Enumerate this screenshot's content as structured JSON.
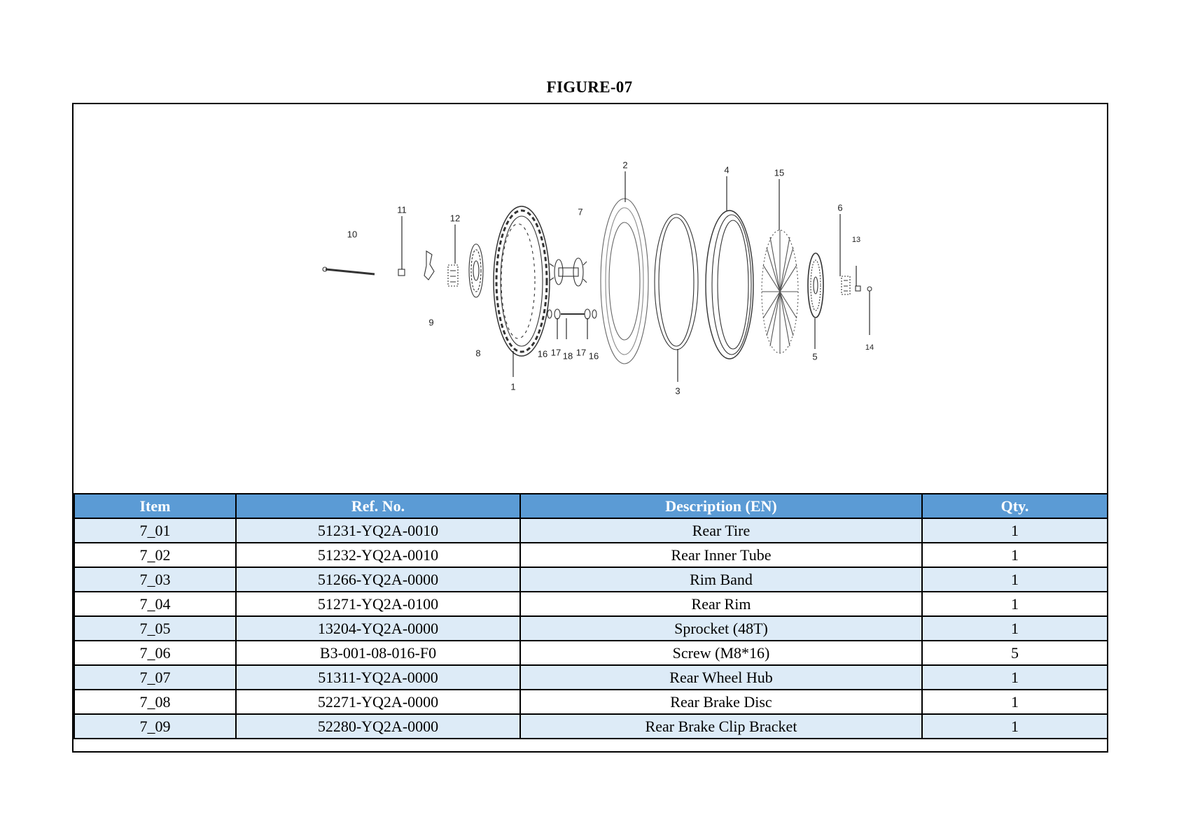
{
  "figure_title": "FIGURE-07",
  "callouts": [
    {
      "label": "1"
    },
    {
      "label": "2"
    },
    {
      "label": "3"
    },
    {
      "label": "4"
    },
    {
      "label": "5"
    },
    {
      "label": "6"
    },
    {
      "label": "7"
    },
    {
      "label": "8"
    },
    {
      "label": "9"
    },
    {
      "label": "10"
    },
    {
      "label": "11"
    },
    {
      "label": "12"
    },
    {
      "label": "13"
    },
    {
      "label": "14"
    },
    {
      "label": "15"
    },
    {
      "label": "16"
    },
    {
      "label": "17"
    },
    {
      "label": "18"
    },
    {
      "label": "17"
    },
    {
      "label": "16"
    }
  ],
  "table": {
    "headers": [
      "Item",
      "Ref. No.",
      "Description (EN)",
      "Qty."
    ],
    "rows": [
      {
        "item": "7_01",
        "ref": "51231-YQ2A-0010",
        "desc": "Rear Tire",
        "qty": "1"
      },
      {
        "item": "7_02",
        "ref": "51232-YQ2A-0010",
        "desc": "Rear Inner Tube",
        "qty": "1"
      },
      {
        "item": "7_03",
        "ref": "51266-YQ2A-0000",
        "desc": "Rim Band",
        "qty": "1"
      },
      {
        "item": "7_04",
        "ref": "51271-YQ2A-0100",
        "desc": "Rear Rim",
        "qty": "1"
      },
      {
        "item": "7_05",
        "ref": "13204-YQ2A-0000",
        "desc": "Sprocket (48T)",
        "qty": "1"
      },
      {
        "item": "7_06",
        "ref": "B3-001-08-016-F0",
        "desc": "Screw (M8*16)",
        "qty": "5"
      },
      {
        "item": "7_07",
        "ref": "51311-YQ2A-0000",
        "desc": "Rear Wheel Hub",
        "qty": "1"
      },
      {
        "item": "7_08",
        "ref": "52271-YQ2A-0000",
        "desc": "Rear Brake Disc",
        "qty": "1"
      },
      {
        "item": "7_09",
        "ref": "52280-YQ2A-0000",
        "desc": "Rear Brake Clip Bracket",
        "qty": "1"
      }
    ]
  }
}
